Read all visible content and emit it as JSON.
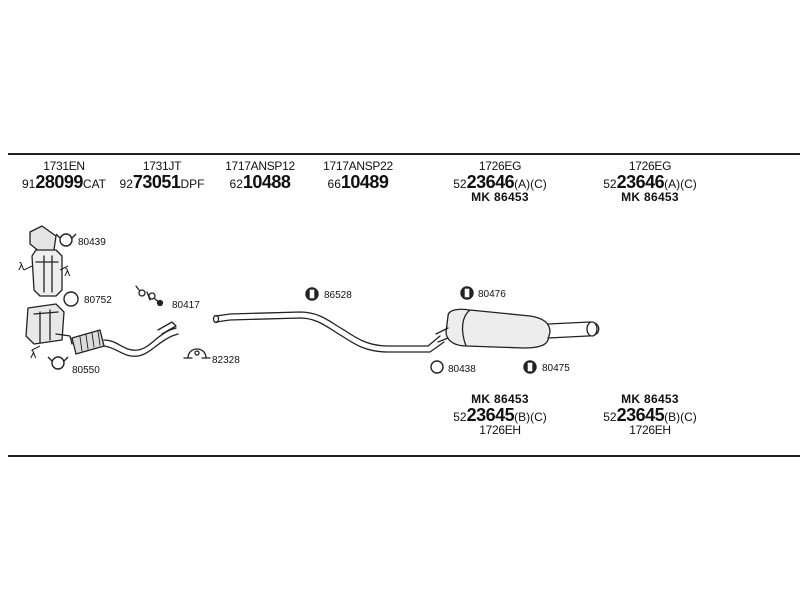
{
  "top_parts": [
    {
      "code": "1731EN",
      "prefix": "91",
      "number": "28099",
      "suffix": "CAT",
      "mk": ""
    },
    {
      "code": "1731JT",
      "prefix": "92",
      "number": "73051",
      "suffix": "DPF",
      "mk": ""
    },
    {
      "code": "1717ANSP12",
      "prefix": "62",
      "number": "10488",
      "suffix": "",
      "mk": ""
    },
    {
      "code": "1717ANSP22",
      "prefix": "66",
      "number": "10489",
      "suffix": "",
      "mk": ""
    },
    {
      "code": "1726EG",
      "prefix": "52",
      "number": "23646",
      "suffix": "(A)(C)",
      "mk": "MK  86453"
    },
    {
      "code": "1726EG",
      "prefix": "52",
      "number": "23646",
      "suffix": "(A)(C)",
      "mk": "MK  86453"
    }
  ],
  "bottom_parts": [
    {
      "mk": "MK  86453",
      "prefix": "52",
      "number": "23645",
      "suffix": "(B)(C)",
      "code": "1726EH"
    },
    {
      "mk": "MK  86453",
      "prefix": "52",
      "number": "23645",
      "suffix": "(B)(C)",
      "code": "1726EH"
    }
  ],
  "callouts": {
    "c80439": "80439",
    "c80752": "80752",
    "c80550": "80550",
    "c80417": "80417",
    "c82328": "82328",
    "c86528": "86528",
    "c80476": "80476",
    "c80438": "80438",
    "c80475": "80475"
  },
  "sensor_symbol": "λ"
}
